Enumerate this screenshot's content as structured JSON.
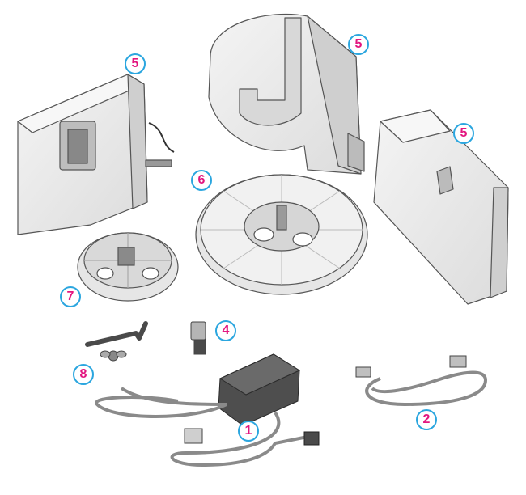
{
  "callouts": {
    "power_cable": "1",
    "usb_cable": "2",
    "fitting": "4",
    "guide_top": "5",
    "guide_left": "5",
    "guide_right": "5",
    "large_disc": "6",
    "small_hub": "7",
    "hex_key": "8"
  },
  "colors": {
    "callout_text": "#e3167f",
    "callout_ring": "#2ba6df",
    "part_fill": "#eeeeee",
    "part_shade": "#d2d2d2",
    "part_stroke": "#555555",
    "cable": "#8a8a8a",
    "dark_part": "#4a4a4a"
  }
}
